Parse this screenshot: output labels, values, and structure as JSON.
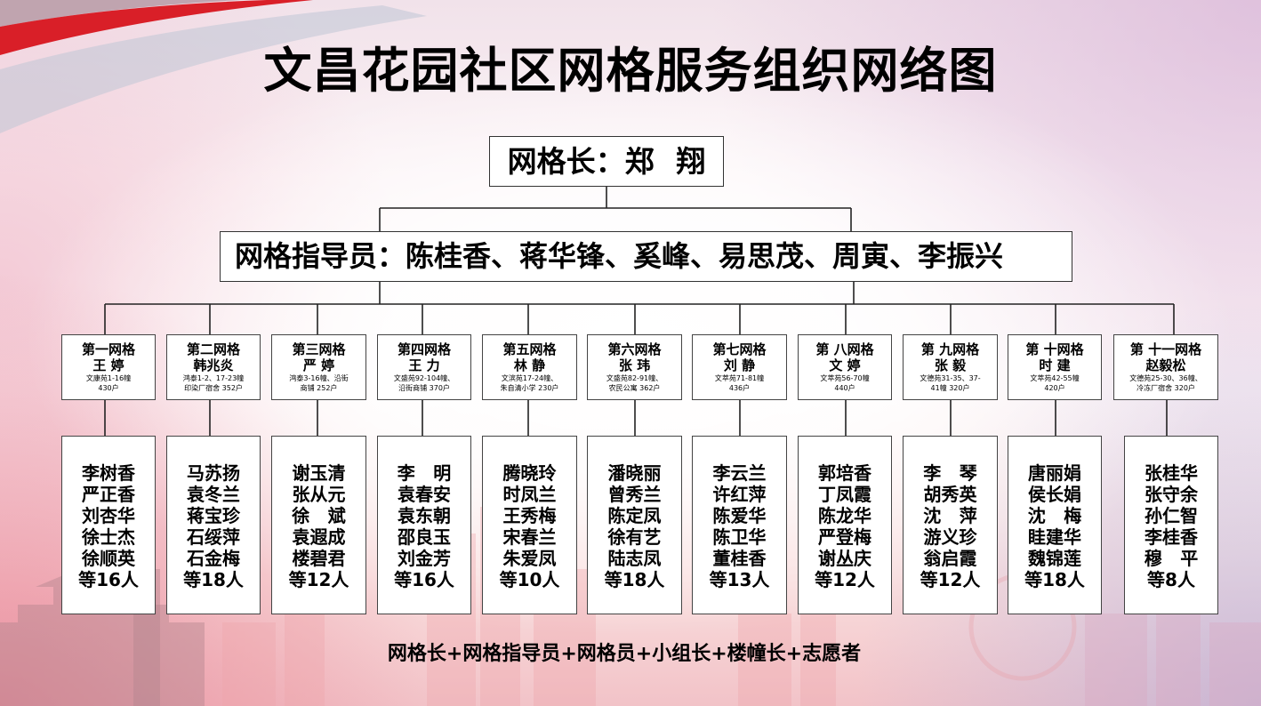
{
  "title": "文昌花园社区网格服务组织网络图",
  "grid_leader": {
    "label": "网格长：",
    "name": "郑 翔"
  },
  "grid_instructors": {
    "label": "网格指导员：",
    "names": "陈桂香、蒋华锋、奚峰、易思茂、周寅、李振兴"
  },
  "grids": [
    {
      "name": "第一网格",
      "leader": "王 婷",
      "area": [
        "文康苑1-16幢",
        "430户"
      ],
      "members": [
        "李树香",
        "严正香",
        "刘杏华",
        "徐士杰",
        "徐顺英"
      ],
      "others": "等16人"
    },
    {
      "name": "第二网格",
      "leader": "韩兆炎",
      "area": [
        "鸿泰1-2、17-23幢",
        "印染厂宿舍 352户"
      ],
      "members": [
        "马苏扬",
        "袁冬兰",
        "蒋宝珍",
        "石绥萍",
        "石金梅"
      ],
      "others": "等18人"
    },
    {
      "name": "第三网格",
      "leader": "严 婷",
      "area": [
        "鸿泰3-16幢、沿街",
        "商铺 252户"
      ],
      "members": [
        "谢玉清",
        "张从元",
        "徐 斌",
        "袁遐成",
        "楼碧君"
      ],
      "others": "等12人"
    },
    {
      "name": "第四网格",
      "leader": "王 力",
      "area": [
        "文盛苑92-104幢、",
        "沿街商铺 370户"
      ],
      "members": [
        "李 明",
        "袁春安",
        "袁东朝",
        "邵良玉",
        "刘金芳"
      ],
      "others": "等16人"
    },
    {
      "name": "第五网格",
      "leader": "林 静",
      "area": [
        "文滨苑17-24幢、",
        "朱自清小学 230户"
      ],
      "members": [
        "腾晓玲",
        "时凤兰",
        "王秀梅",
        "宋春兰",
        "朱爱凤"
      ],
      "others": "等10人"
    },
    {
      "name": "第六网格",
      "leader": "张 玮",
      "area": [
        "文盛苑82-91幢、",
        "农民公寓 362户"
      ],
      "members": [
        "潘晓丽",
        "曾秀兰",
        "陈定凤",
        "徐有艺",
        "陆志凤"
      ],
      "others": "等18人"
    },
    {
      "name": "第七网格",
      "leader": "刘 静",
      "area": [
        "文萃苑71-81幢",
        "436户"
      ],
      "members": [
        "李云兰",
        "许红萍",
        "陈爱华",
        "陈卫华",
        "董桂香"
      ],
      "others": "等13人"
    },
    {
      "name": "第 八网格",
      "leader": "文 婷",
      "area": [
        "文萃苑56-70幢",
        "440户"
      ],
      "members": [
        "郭培香",
        "丁凤霞",
        "陈龙华",
        "严登梅",
        "谢丛庆"
      ],
      "others": "等12人"
    },
    {
      "name": "第 九网格",
      "leader": "张 毅",
      "area": [
        "文德苑31-35、37-",
        "41幢 320户"
      ],
      "members": [
        "李 琴",
        "胡秀英",
        "沈 萍",
        "游义珍",
        "翁启霞"
      ],
      "others": "等12人"
    },
    {
      "name": "第 十网格",
      "leader": "时 建",
      "area": [
        "文萃苑42-55幢",
        "420户"
      ],
      "members": [
        "唐丽娟",
        "侯长娟",
        "沈 梅",
        "眭建华",
        "魏锦莲"
      ],
      "others": "等18人"
    },
    {
      "name": "第 十一网格",
      "leader": "赵毅松",
      "area": [
        "文德苑25-30、36幢、",
        "冷冻厂宿舍 320户"
      ],
      "members": [
        "张桂华",
        "张守余",
        "孙仁智",
        "李桂香",
        "穆 平"
      ],
      "others": "等8人"
    }
  ],
  "footer": "网格长+网格指导员+网格员+小组长+楼幢长+志愿者",
  "colors": {
    "ribbon_red": "#d91f28",
    "box_fill": "#ffffff",
    "line": "#222222",
    "text": "#000000"
  }
}
